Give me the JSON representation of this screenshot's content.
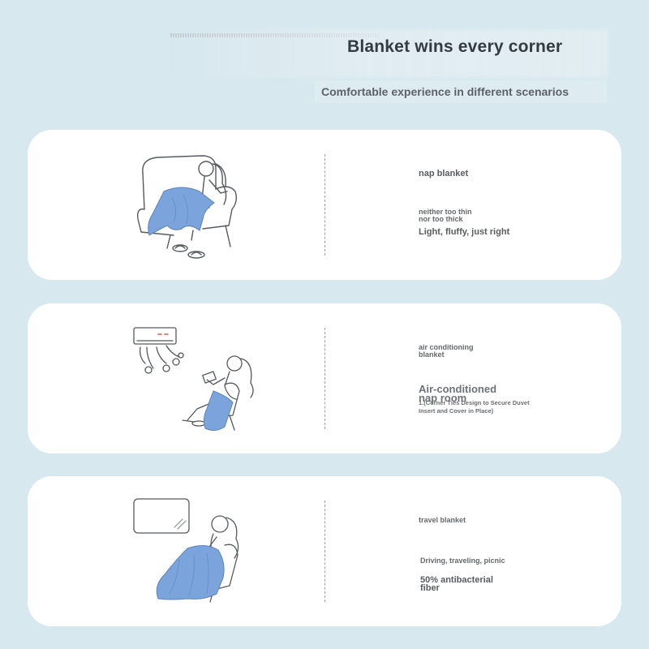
{
  "header": {
    "title": "Blanket wins every corner",
    "subtitle": "Comfortable experience in different scenarios"
  },
  "colors": {
    "background": "#d7e8ef",
    "card": "#ffffff",
    "blanket": "#7ba4dd",
    "title_text": "#343b40"
  },
  "cards": [
    {
      "illustration_icon": "woman-napping-in-armchair-icon",
      "heading": "nap blanket",
      "texts": [
        "neither too thin\n nor too thick",
        "Light, fluffy, just right"
      ]
    },
    {
      "illustration_icon": "air-conditioner-woman-reading-icon",
      "heading": "air conditioning\n blanket",
      "texts": [
        "Air-conditioned\n nap room",
        "1.(Corner Ties Design to Secure Duvet\n Insert and Cover in Place)"
      ]
    },
    {
      "illustration_icon": "woman-traveling-by-car-window-icon",
      "heading": "travel blanket",
      "texts": [
        "Driving, traveling, picnic",
        "50% antibacterial\n fiber"
      ]
    }
  ]
}
